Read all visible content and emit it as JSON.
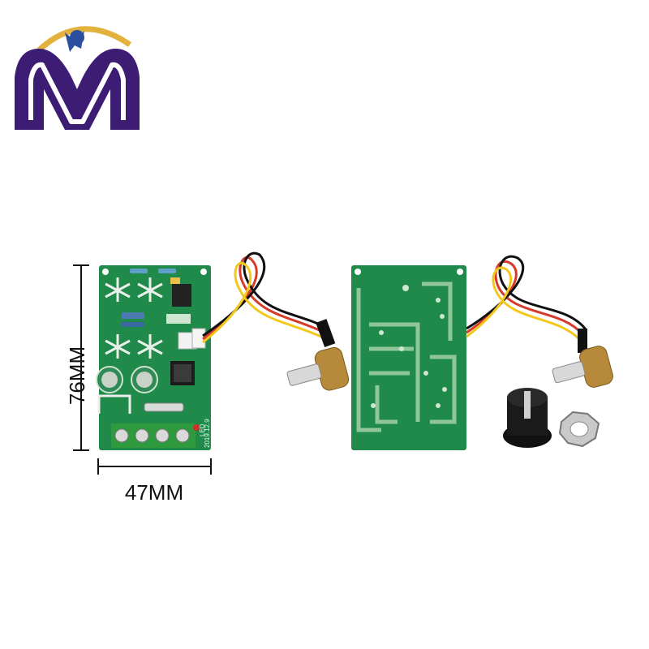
{
  "logo": {
    "name": "brand-logo",
    "letter": "M",
    "colors": {
      "purple": "#3d1d73",
      "gold": "#e2b23c",
      "blue": "#2c4fa0"
    }
  },
  "dimensions": {
    "height_label": "76MM",
    "width_label": "47MM"
  },
  "pcb_front": {
    "date_marking": "2019.12.9",
    "led_label": "LED",
    "terminal_count": 4,
    "colors": {
      "board": "#1f8a4a",
      "silkscreen": "#e8f3ea",
      "terminal": "#2f9a3d"
    }
  },
  "pcb_back": {
    "colors": {
      "board": "#1f8a4a",
      "trace": "#8fc79a"
    }
  },
  "potentiometer": {
    "wire_colors": [
      "#d63a2a",
      "#111111",
      "#f2c81e"
    ]
  },
  "accessories": {
    "knob": "black-knob",
    "nut": "hex-nut"
  }
}
